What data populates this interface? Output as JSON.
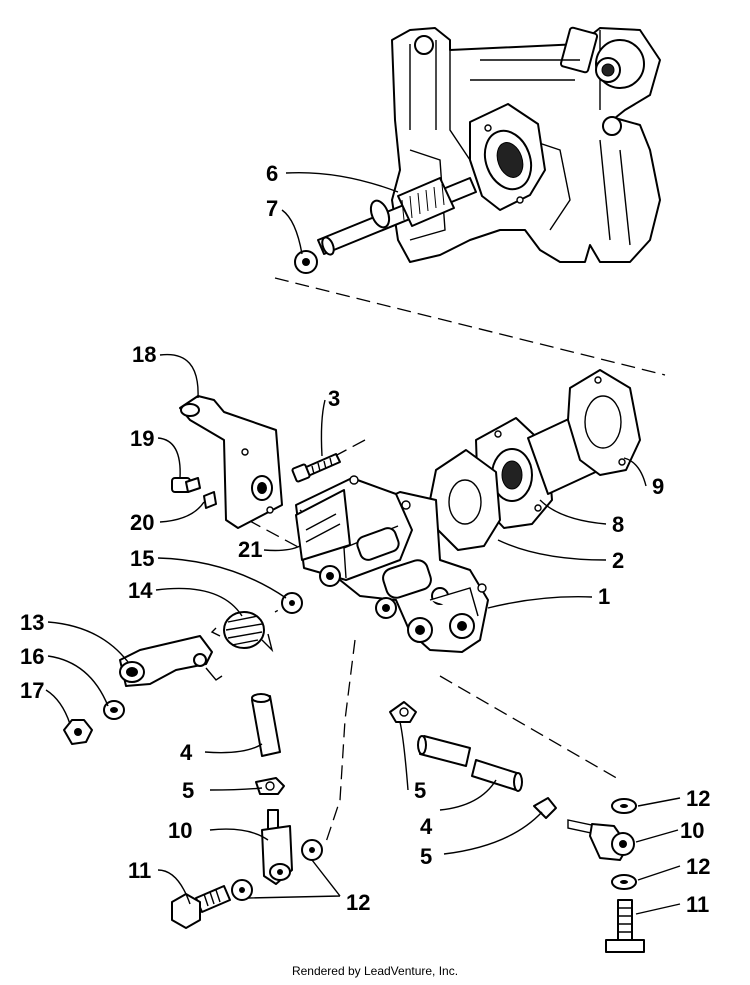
{
  "footer": "Rendered by LeadVenture, Inc.",
  "callouts": {
    "c1": "1",
    "c2": "2",
    "c3": "3",
    "c4a": "4",
    "c4b": "4",
    "c5a": "5",
    "c5b": "5",
    "c5c": "5",
    "c6": "6",
    "c7": "7",
    "c8": "8",
    "c9": "9",
    "c10a": "10",
    "c10b": "10",
    "c11a": "11",
    "c11b": "11",
    "c12a": "12",
    "c12b": "12",
    "c12c": "12",
    "c13": "13",
    "c14": "14",
    "c15": "15",
    "c16": "16",
    "c17": "17",
    "c18": "18",
    "c19": "19",
    "c20": "20",
    "c21": "21"
  }
}
